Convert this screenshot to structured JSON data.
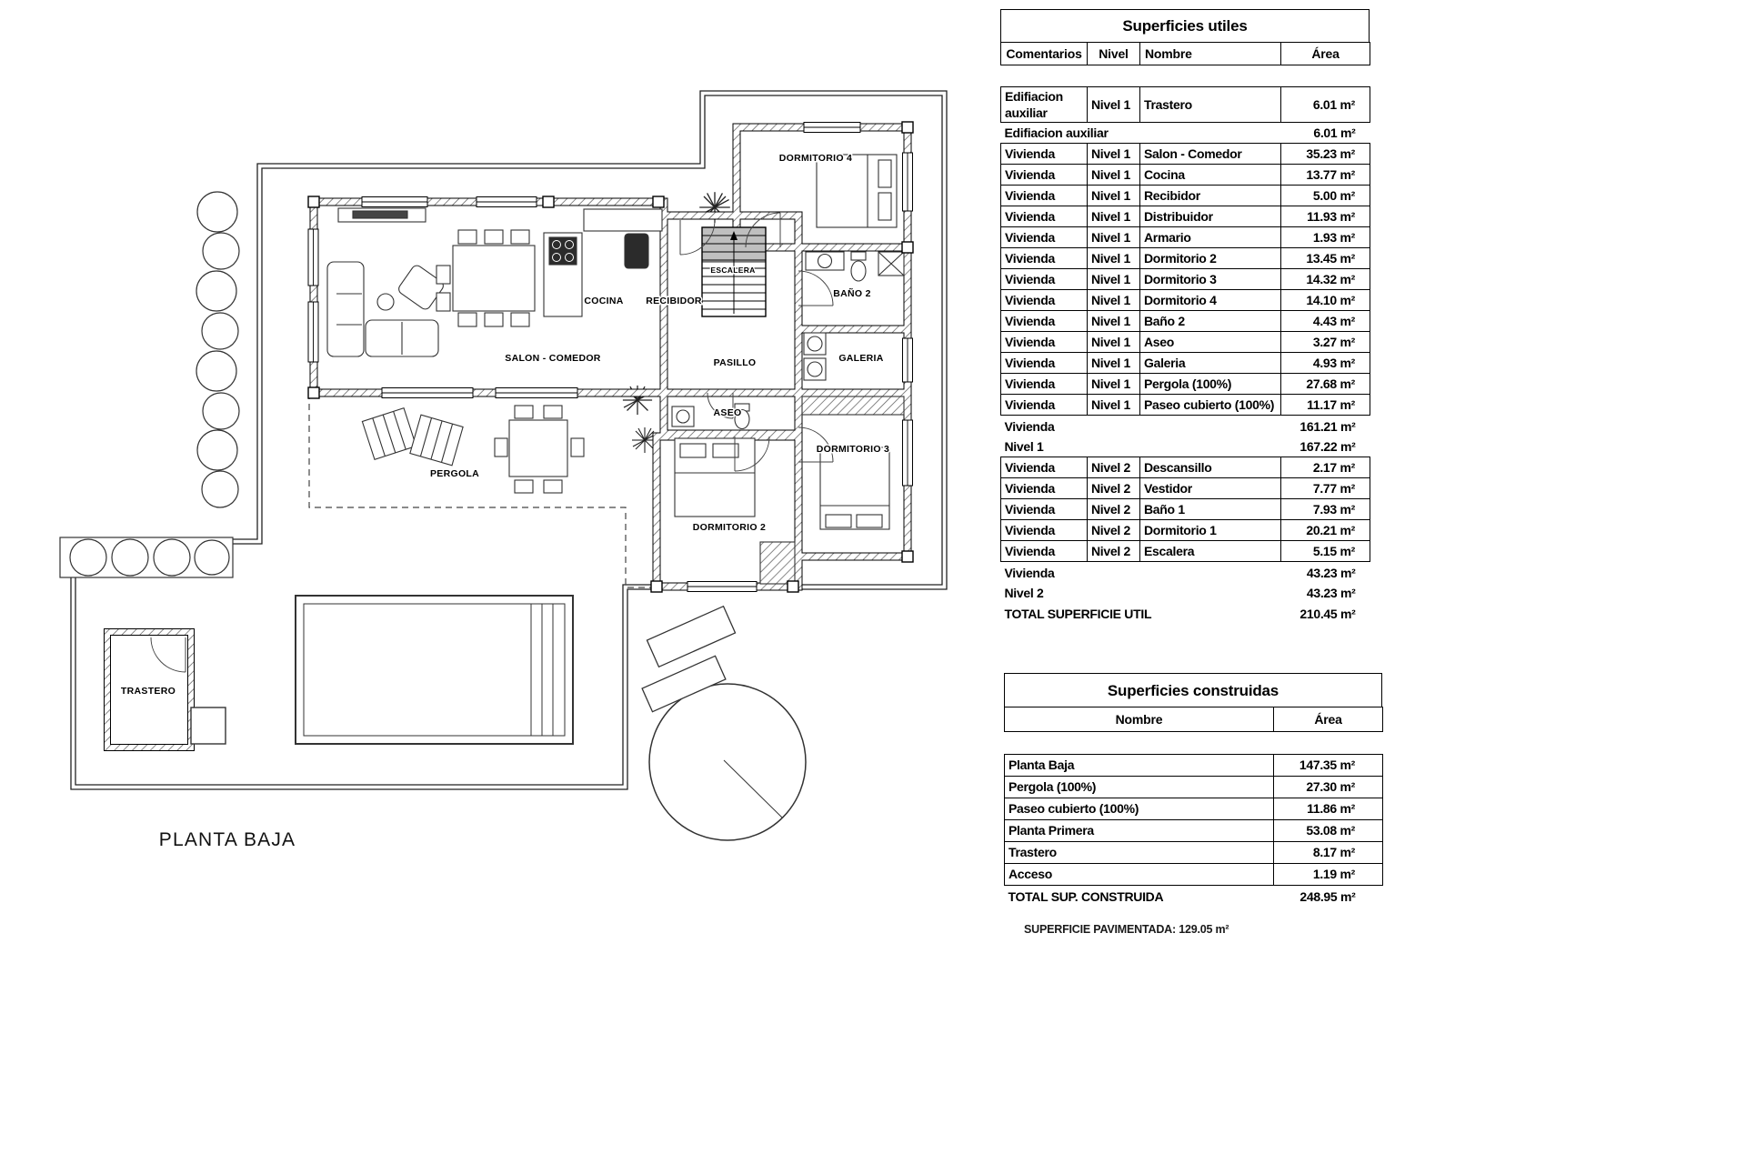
{
  "plan": {
    "title": "PLANTA BAJA",
    "rooms": {
      "dormitorio4": "DORMITORIO 4",
      "escalera": "ESCALERA",
      "bano2": "BAÑO 2",
      "cocina": "COCINA",
      "recibidor": "RECIBIDOR",
      "salon": "SALON - COMEDOR",
      "pasillo": "PASILLO",
      "galeria": "GALERIA",
      "aseo": "ASEO",
      "dormitorio3": "DORMITORIO 3",
      "dormitorio2": "DORMITORIO 2",
      "pergola": "PERGOLA",
      "trastero": "TRASTERO"
    }
  },
  "superficies_utiles": {
    "title": "Superficies utiles",
    "headers": [
      "Comentarios",
      "Nivel",
      "Nombre",
      "Área"
    ],
    "rows": [
      {
        "type": "data",
        "comentarios": "Edifiacion auxiliar",
        "nivel": "Nivel 1",
        "nombre": "Trastero",
        "area": "6.01 m²"
      },
      {
        "type": "subtotal",
        "label": "Edifiacion auxiliar",
        "area": "6.01 m²"
      },
      {
        "type": "data",
        "comentarios": "Vivienda",
        "nivel": "Nivel 1",
        "nombre": "Salon - Comedor",
        "area": "35.23 m²"
      },
      {
        "type": "data",
        "comentarios": "Vivienda",
        "nivel": "Nivel 1",
        "nombre": "Cocina",
        "area": "13.77 m²"
      },
      {
        "type": "data",
        "comentarios": "Vivienda",
        "nivel": "Nivel 1",
        "nombre": "Recibidor",
        "area": "5.00 m²"
      },
      {
        "type": "data",
        "comentarios": "Vivienda",
        "nivel": "Nivel 1",
        "nombre": "Distribuidor",
        "area": "11.93 m²"
      },
      {
        "type": "data",
        "comentarios": "Vivienda",
        "nivel": "Nivel 1",
        "nombre": "Armario",
        "area": "1.93 m²"
      },
      {
        "type": "data",
        "comentarios": "Vivienda",
        "nivel": "Nivel 1",
        "nombre": "Dormitorio 2",
        "area": "13.45 m²"
      },
      {
        "type": "data",
        "comentarios": "Vivienda",
        "nivel": "Nivel 1",
        "nombre": "Dormitorio 3",
        "area": "14.32 m²"
      },
      {
        "type": "data",
        "comentarios": "Vivienda",
        "nivel": "Nivel 1",
        "nombre": "Dormitorio 4",
        "area": "14.10 m²"
      },
      {
        "type": "data",
        "comentarios": "Vivienda",
        "nivel": "Nivel 1",
        "nombre": "Baño 2",
        "area": "4.43 m²"
      },
      {
        "type": "data",
        "comentarios": "Vivienda",
        "nivel": "Nivel 1",
        "nombre": "Aseo",
        "area": "3.27 m²"
      },
      {
        "type": "data",
        "comentarios": "Vivienda",
        "nivel": "Nivel 1",
        "nombre": "Galeria",
        "area": "4.93 m²"
      },
      {
        "type": "data",
        "comentarios": "Vivienda",
        "nivel": "Nivel 1",
        "nombre": "Pergola (100%)",
        "area": "27.68 m²"
      },
      {
        "type": "data",
        "comentarios": "Vivienda",
        "nivel": "Nivel 1",
        "nombre": "Paseo cubierto (100%)",
        "area": "11.17 m²"
      },
      {
        "type": "subtotal",
        "label": "Vivienda",
        "area": "161.21 m²"
      },
      {
        "type": "subtotal",
        "label": "Nivel 1",
        "area": "167.22 m²"
      },
      {
        "type": "data",
        "comentarios": "Vivienda",
        "nivel": "Nivel 2",
        "nombre": "Descansillo",
        "area": "2.17 m²"
      },
      {
        "type": "data",
        "comentarios": "Vivienda",
        "nivel": "Nivel 2",
        "nombre": "Vestidor",
        "area": "7.77 m²"
      },
      {
        "type": "data",
        "comentarios": "Vivienda",
        "nivel": "Nivel 2",
        "nombre": "Baño 1",
        "area": "7.93 m²"
      },
      {
        "type": "data",
        "comentarios": "Vivienda",
        "nivel": "Nivel 2",
        "nombre": "Dormitorio 1",
        "area": "20.21 m²"
      },
      {
        "type": "data",
        "comentarios": "Vivienda",
        "nivel": "Nivel 2",
        "nombre": "Escalera",
        "area": "5.15 m²"
      },
      {
        "type": "subtotal",
        "label": "Vivienda",
        "area": "43.23 m²"
      },
      {
        "type": "subtotal",
        "label": "Nivel 2",
        "area": "43.23 m²"
      },
      {
        "type": "total",
        "label": "TOTAL SUPERFICIE UTIL",
        "area": "210.45 m²"
      }
    ]
  },
  "superficies_construidas": {
    "title": "Superficies construidas",
    "headers": [
      "Nombre",
      "Área"
    ],
    "rows": [
      {
        "type": "data",
        "nombre": "Planta Baja",
        "area": "147.35 m²"
      },
      {
        "type": "data",
        "nombre": "Pergola (100%)",
        "area": "27.30 m²"
      },
      {
        "type": "data",
        "nombre": "Paseo cubierto (100%)",
        "area": "11.86 m²"
      },
      {
        "type": "data",
        "nombre": "Planta Primera",
        "area": "53.08 m²"
      },
      {
        "type": "data",
        "nombre": "Trastero",
        "area": "8.17 m²"
      },
      {
        "type": "data",
        "nombre": "Acceso",
        "area": "1.19 m²"
      },
      {
        "type": "total",
        "label": "TOTAL SUP. CONSTRUIDA",
        "area": "248.95 m²"
      }
    ]
  },
  "footer": {
    "text": "SUPERFICIE PAVIMENTADA: 129.05 m²"
  }
}
